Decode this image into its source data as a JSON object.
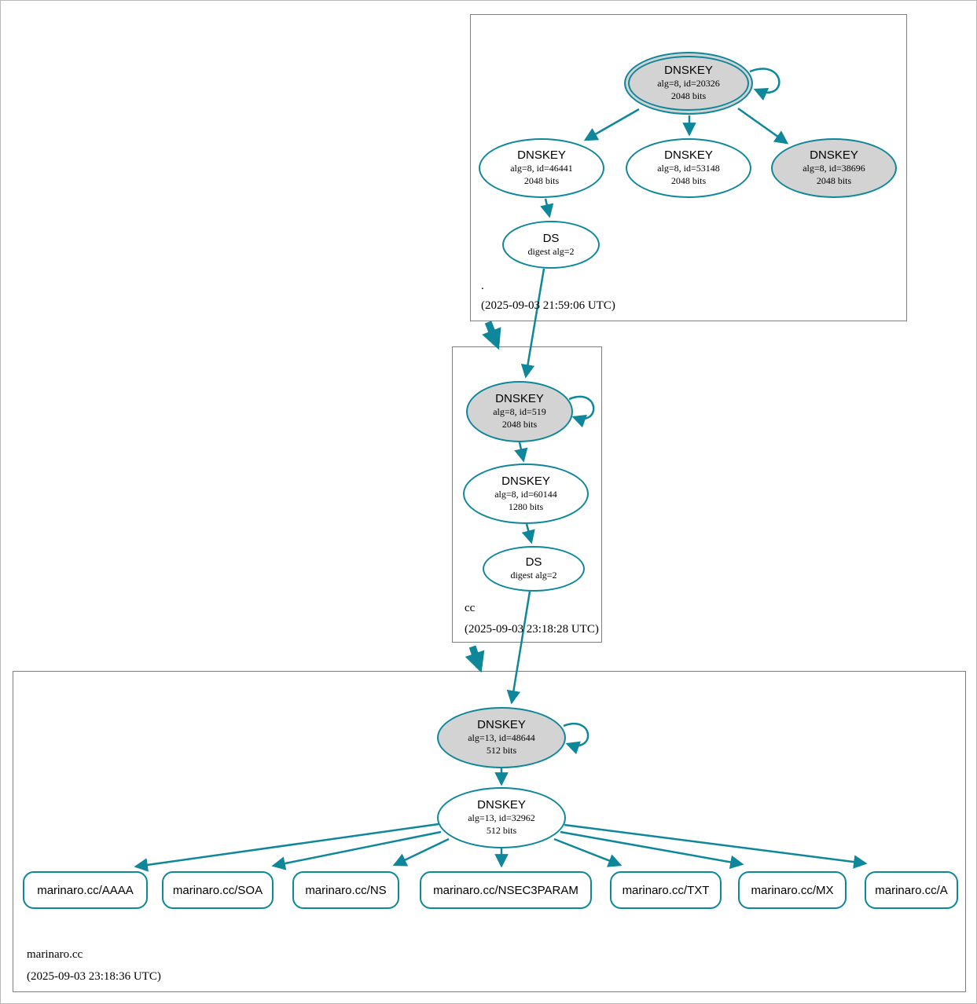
{
  "diagram_title": "DNSSEC authentication chain graph",
  "colors": {
    "accent": "#0e879a",
    "ksk_fill": "#d3d3d3",
    "node_fill": "#ffffff",
    "box_border": "#7f7f7f",
    "text": "#000000"
  },
  "zones": [
    {
      "name": ".",
      "timestamp": "(2025-09-03 21:59:06 UTC)",
      "dnskeys": [
        {
          "title": "DNSKEY",
          "alg": "alg=8, id=20326",
          "bits": "2048 bits"
        },
        {
          "title": "DNSKEY",
          "alg": "alg=8, id=46441",
          "bits": "2048 bits"
        },
        {
          "title": "DNSKEY",
          "alg": "alg=8, id=53148",
          "bits": "2048 bits"
        },
        {
          "title": "DNSKEY",
          "alg": "alg=8, id=38696",
          "bits": "2048 bits"
        }
      ],
      "ds": {
        "title": "DS",
        "digest": "digest alg=2"
      }
    },
    {
      "name": "cc",
      "timestamp": "(2025-09-03 23:18:28 UTC)",
      "dnskeys": [
        {
          "title": "DNSKEY",
          "alg": "alg=8, id=519",
          "bits": "2048 bits"
        },
        {
          "title": "DNSKEY",
          "alg": "alg=8, id=60144",
          "bits": "1280 bits"
        }
      ],
      "ds": {
        "title": "DS",
        "digest": "digest alg=2"
      }
    },
    {
      "name": "marinaro.cc",
      "timestamp": "(2025-09-03 23:18:36 UTC)",
      "dnskeys": [
        {
          "title": "DNSKEY",
          "alg": "alg=13, id=48644",
          "bits": "512 bits"
        },
        {
          "title": "DNSKEY",
          "alg": "alg=13, id=32962",
          "bits": "512 bits"
        }
      ],
      "rrsets": [
        {
          "label": "marinaro.cc/AAAA"
        },
        {
          "label": "marinaro.cc/SOA"
        },
        {
          "label": "marinaro.cc/NS"
        },
        {
          "label": "marinaro.cc/NSEC3PARAM"
        },
        {
          "label": "marinaro.cc/TXT"
        },
        {
          "label": "marinaro.cc/MX"
        },
        {
          "label": "marinaro.cc/A"
        }
      ]
    }
  ]
}
